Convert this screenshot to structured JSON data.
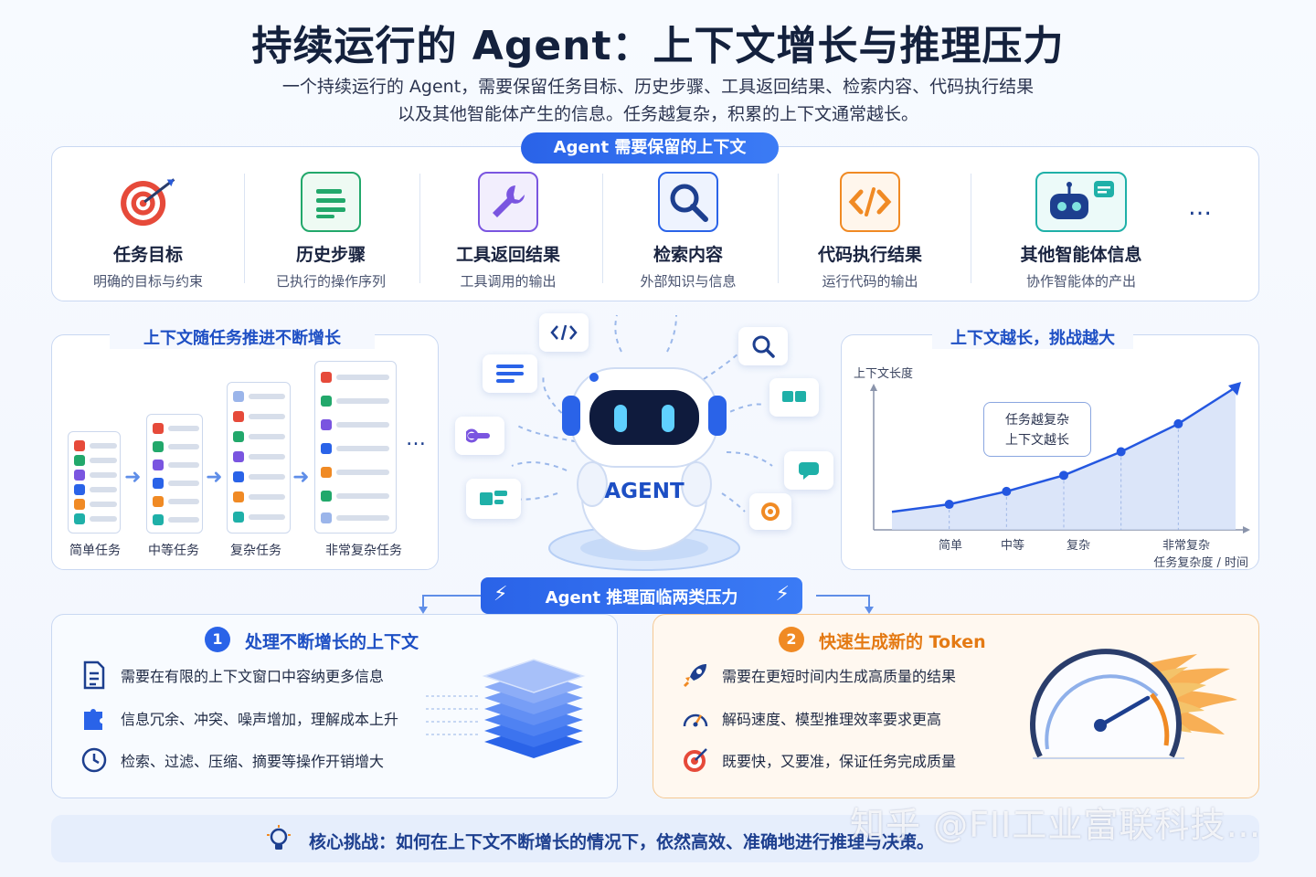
{
  "header": {
    "title": "持续运行的 Agent：上下文增长与推理压力",
    "subtitle_line1": "一个持续运行的 Agent，需要保留任务目标、历史步骤、工具返回结果、检索内容、代码执行结果",
    "subtitle_line2": "以及其他智能体产生的信息。任务越复杂，积累的上下文通常越长。"
  },
  "context_panel": {
    "title": "Agent 需要保留的上下文",
    "items": [
      {
        "name": "任务目标",
        "desc": "明确的目标与约束",
        "icon": "target-icon"
      },
      {
        "name": "历史步骤",
        "desc": "已执行的操作序列",
        "icon": "document-icon"
      },
      {
        "name": "工具返回结果",
        "desc": "工具调用的输出",
        "icon": "wrench-icon"
      },
      {
        "name": "检索内容",
        "desc": "外部知识与信息",
        "icon": "search-icon"
      },
      {
        "name": "代码执行结果",
        "desc": "运行代码的输出",
        "icon": "code-icon"
      },
      {
        "name": "其他智能体信息",
        "desc": "协作智能体的产出",
        "icon": "robot-chat-icon"
      }
    ],
    "more": "…"
  },
  "growth_panel": {
    "title": "上下文随任务推进不断增长",
    "stages": [
      "简单任务",
      "中等任务",
      "复杂任务",
      "非常复杂任务"
    ],
    "more": "…"
  },
  "agent": {
    "label": "AGENT"
  },
  "challenge_chart": {
    "title": "上下文越长，挑战越大",
    "callout_line1": "任务越复杂",
    "callout_line2": "上下文越长"
  },
  "chart_data": {
    "type": "area",
    "title": "上下文越长，挑战越大",
    "ylabel": "上下文长度",
    "xlabel": "任务复杂度 / 时间",
    "categories": [
      "简单",
      "中等",
      "复杂",
      "非常复杂"
    ],
    "x": [
      0,
      1,
      2,
      3,
      4,
      5,
      6
    ],
    "values": [
      1,
      1.7,
      2.9,
      4.4,
      6.6,
      9.2,
      12.6
    ],
    "ticks": [
      "简单",
      "中等",
      "复杂",
      "非常复杂"
    ],
    "grid": false,
    "colors": {
      "line": "#2457e0",
      "fill": "#cfdcf7"
    }
  },
  "pressure": {
    "title": "Agent 推理面临两类压力",
    "left": {
      "num": "1",
      "title": "处理不断增长的上下文",
      "bullets": [
        {
          "text": "需要在有限的上下文窗口中容纳更多信息",
          "icon": "document-icon"
        },
        {
          "text": "信息冗余、冲突、噪声增加，理解成本上升",
          "icon": "puzzle-icon"
        },
        {
          "text": "检索、过滤、压缩、摘要等操作开销增大",
          "icon": "clock-icon"
        }
      ]
    },
    "right": {
      "num": "2",
      "title": "快速生成新的 Token",
      "bullets": [
        {
          "text": "需要在更短时间内生成高质量的结果",
          "icon": "rocket-icon"
        },
        {
          "text": "解码速度、模型推理效率要求更高",
          "icon": "speedometer-icon"
        },
        {
          "text": "既要快，又要准，保证任务完成质量",
          "icon": "target-icon"
        }
      ]
    }
  },
  "footer": {
    "text": "核心挑战：如何在上下文不断增长的情况下，依然高效、准确地进行推理与决策。"
  },
  "watermark": "知乎 @FII工业富联科技…",
  "colors": {
    "primary": "#2a63e8",
    "orange": "#f08a24",
    "red": "#e64a3a",
    "green": "#22a86b",
    "purple": "#7a55e0"
  }
}
